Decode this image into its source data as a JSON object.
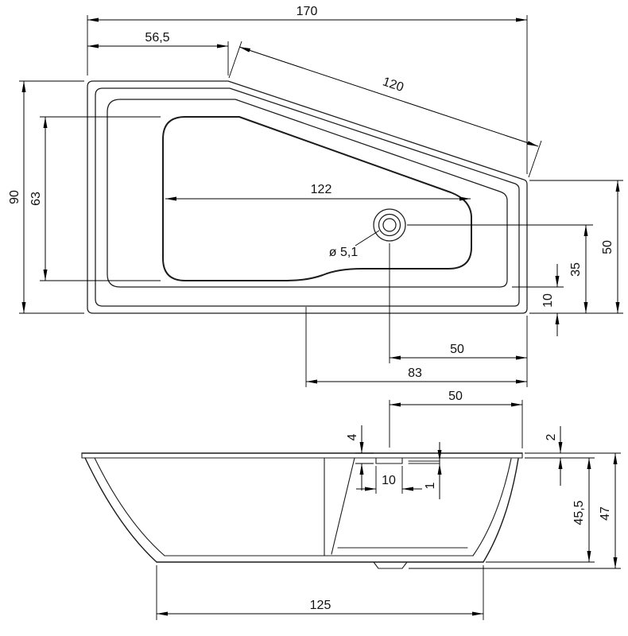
{
  "title": "bathtub-technical-drawing",
  "colors": {
    "background": "#ffffff",
    "line": "#1c1c1c"
  },
  "plan_view": {
    "dim_total_length": "170",
    "dim_left_section": "56,5",
    "dim_diagonal_edge": "120",
    "dim_total_width": "90",
    "dim_basin_width": "63",
    "dim_basin_length": "122",
    "dim_drain_diameter": "ø 5,1",
    "dim_right_end_width": "50",
    "dim_drain_to_edge": "35",
    "dim_ledge_to_edge": "10",
    "dim_drain_to_right_end": "50",
    "dim_taper_section": "83"
  },
  "side_view": {
    "dim_drain_to_right_end": "50",
    "dim_rim_drop": "4",
    "dim_rim_thickness": "2",
    "dim_fitting_width": "10",
    "dim_overflow_gap": "1",
    "dim_body_height": "45,5",
    "dim_total_height": "47",
    "dim_base_length": "125"
  }
}
